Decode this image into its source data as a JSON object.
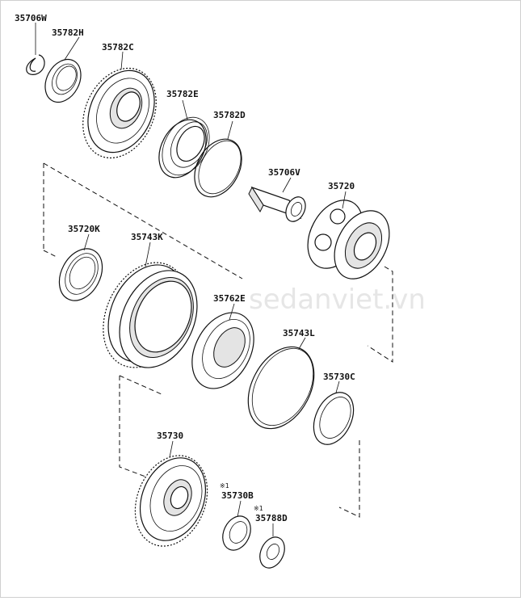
{
  "watermark": "sedanviet.vn",
  "notes": {
    "mark": "※1"
  },
  "parts": [
    {
      "id": "p1",
      "number": "35706W"
    },
    {
      "id": "p2",
      "number": "35782H"
    },
    {
      "id": "p3",
      "number": "35782C"
    },
    {
      "id": "p4",
      "number": "35782E"
    },
    {
      "id": "p5",
      "number": "35782D"
    },
    {
      "id": "p6",
      "number": "35706V"
    },
    {
      "id": "p7",
      "number": "35720"
    },
    {
      "id": "p8",
      "number": "35720K"
    },
    {
      "id": "p9",
      "number": "35743K"
    },
    {
      "id": "p10",
      "number": "35762E"
    },
    {
      "id": "p11",
      "number": "35743L"
    },
    {
      "id": "p12",
      "number": "35730C"
    },
    {
      "id": "p13",
      "number": "35730"
    },
    {
      "id": "p14",
      "number": "35730B"
    },
    {
      "id": "p15",
      "number": "35788D"
    }
  ]
}
